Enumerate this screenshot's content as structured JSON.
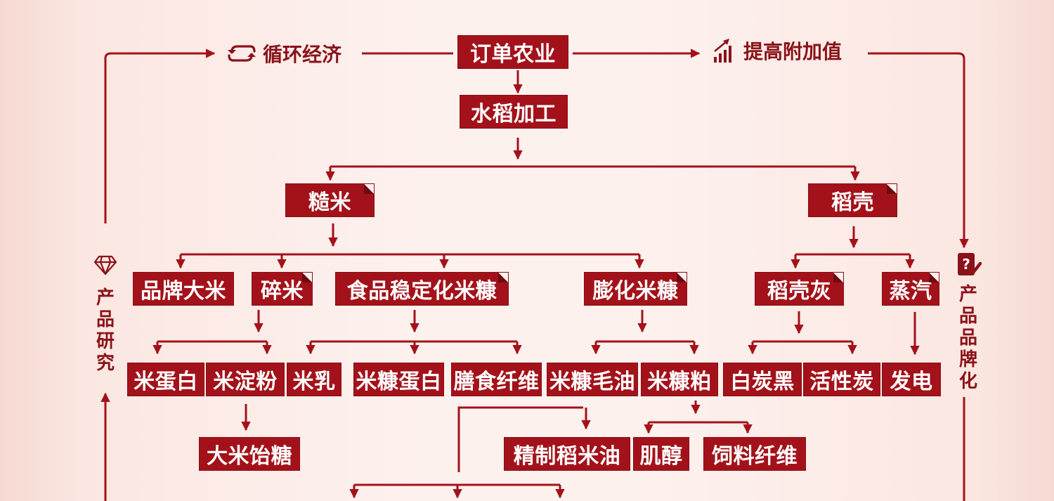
{
  "nodes": {
    "order_agriculture": "订单农业",
    "rice_processing": "水稻加工",
    "brown_rice": "糙米",
    "rice_husk": "稻壳",
    "brand_rice": "品牌大米",
    "broken_rice": "碎米",
    "stabilized_bran": "食品稳定化米糠",
    "puffed_bran": "膨化米糠",
    "husk_ash": "稻壳灰",
    "steam": "蒸汽",
    "rice_protein": "米蛋白",
    "rice_starch": "米淀粉",
    "rice_milk": "米乳",
    "bran_protein": "米糠蛋白",
    "dietary_fiber": "膳食纤维",
    "crude_bran_oil": "米糠毛油",
    "bran_meal": "米糠粕",
    "white_carbon": "白炭黑",
    "activated_carbon": "活性炭",
    "power": "发电",
    "rice_syrup": "大米饴糖",
    "refined_oil": "精制稻米油",
    "inositol": "肌醇",
    "feed_fiber": "饲料纤维"
  },
  "labels": {
    "circular_economy": "循环经济",
    "value_added": "提高附加值",
    "product_research": "产品研究",
    "product_branding": "产品品牌化"
  },
  "colors": {
    "box": "#a3121a",
    "line": "#a3121a",
    "text": "#8a1219"
  },
  "icons": {
    "circular_economy": "cycle-arrows-icon",
    "value_added": "rising-bars-icon",
    "product_research": "diamond-icon",
    "product_branding": "question-pencil-icon"
  }
}
